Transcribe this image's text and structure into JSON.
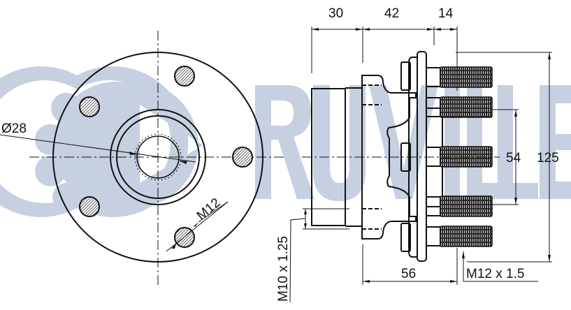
{
  "drawing": {
    "title": "Wheel hub bearing technical drawing",
    "watermark": {
      "text": "RUVILLE",
      "color": "#c6d0e1",
      "logo": "bearing-logo"
    },
    "front_view": {
      "labels": {
        "bore_diameter": "Ø28",
        "bolt_thread": "M12"
      },
      "bolt_count": 5
    },
    "side_view": {
      "dimensions": {
        "top_1": "30",
        "top_2": "42",
        "top_3": "14",
        "pcd_inner": "54",
        "outer_diameter": "125",
        "bottom_length": "56",
        "stud_thread": "M12 x 1.5",
        "spindle_thread": "M10 x 1.25"
      },
      "stud_count": 5
    },
    "colors": {
      "line": "#111111",
      "watermark": "#c6d0e1",
      "background": "#ffffff"
    }
  }
}
